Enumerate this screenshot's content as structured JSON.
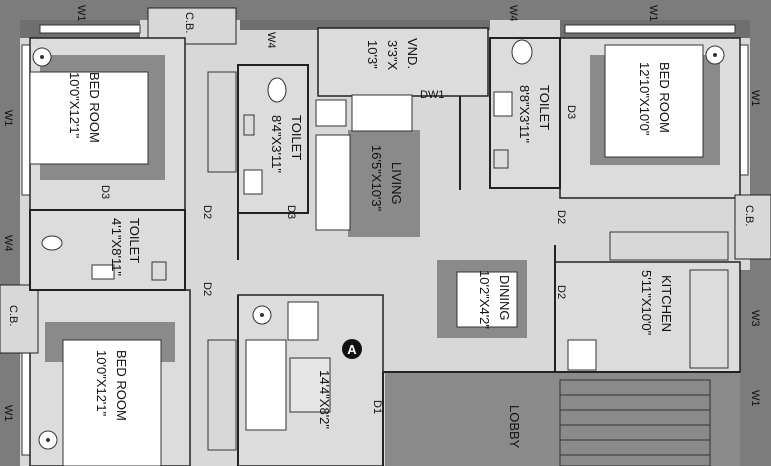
{
  "rooms": {
    "bed_top_left": {
      "name": "BED ROOM",
      "dim": "10'0\"X12'1\""
    },
    "bed_top_right": {
      "name": "BED ROOM",
      "dim": "12'10\"X10'0\""
    },
    "bed_bottom_left": {
      "name": "BED ROOM",
      "dim": "10'0\"X12'1\""
    },
    "toilet_center": {
      "name": "TOILET",
      "dim": "8'4\"X3'11\""
    },
    "toilet_right": {
      "name": "TOILET",
      "dim": "8'8\"X3'11\""
    },
    "toilet_left": {
      "name": "TOILET",
      "dim": "4'1\"X8'11\""
    },
    "vnd": {
      "name": "VND.",
      "dim1": "3'3\"X",
      "dim2": "10'3\""
    },
    "living": {
      "name": "LIVING",
      "dim": "16'5\"X10'3\""
    },
    "dining": {
      "name": "DINING",
      "dim": "10'2\"X4'2\""
    },
    "kitchen": {
      "name": "KITCHEN",
      "dim": "5'11\"X10'0\""
    },
    "foyer": {
      "dim": "14'4\"X8'2\""
    },
    "lobby": {
      "name": "LOBBY"
    }
  },
  "labels": {
    "w1_a": "W1",
    "w1_b": "W1",
    "w1_c": "W1",
    "w1_d": "W1",
    "w1_e": "W1",
    "w1_f": "W1",
    "w3": "W3",
    "w4_a": "W4",
    "w4_b": "W4",
    "w4_c": "W4",
    "cb_a": "C.B.",
    "cb_b": "C.B.",
    "cb_c": "C.B.",
    "dw1": "DW1",
    "d3_a": "D3",
    "d3_b": "D3",
    "d3_c": "D3",
    "d2_a": "D2",
    "d2_b": "D2",
    "d2_c": "D2",
    "d2_d": "D2",
    "d1": "D1",
    "marker": "A"
  }
}
